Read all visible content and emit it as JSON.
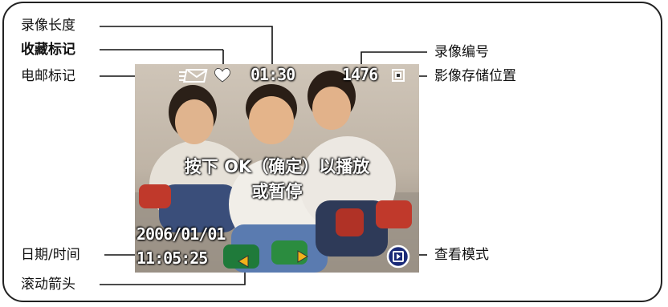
{
  "callouts": {
    "video_length": "录像长度",
    "favorite_tag": "收藏标记",
    "email_tag": "电邮标记",
    "date_time": "日期/时间",
    "scroll_arrows": "滚动箭头",
    "video_number": "录像编号",
    "image_storage_location": "影像存储位置",
    "review_mode": "查看模式"
  },
  "screen": {
    "video_length_value": "01:30",
    "video_number_value": "1476",
    "instruction_line1": "按下 OK（确定）以播放",
    "instruction_line2": "或暂停",
    "date_value": "2006/01/01",
    "time_value": "11:05:25"
  },
  "colors": {
    "scroll_arrow": "#f2b21b",
    "review_icon": "#1a2a78"
  },
  "icons": [
    "email-icon",
    "heart-icon",
    "storage-location-icon",
    "scroll-left-arrow-icon",
    "scroll-right-arrow-icon",
    "review-mode-icon"
  ]
}
